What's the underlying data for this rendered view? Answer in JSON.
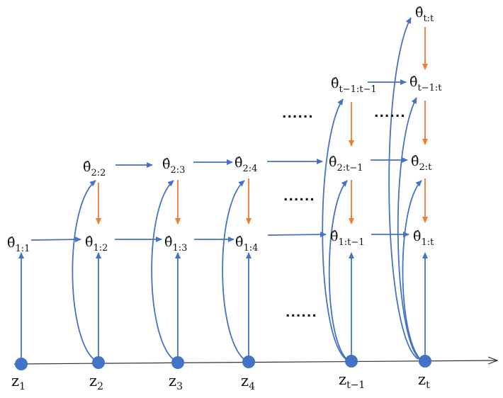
{
  "diagram": {
    "colors": {
      "blue": "#4472c4",
      "orange": "#ed7d31",
      "node": "#4472c4",
      "text": "#111111"
    },
    "theta_symbol": "θ̂",
    "nodes": [
      {
        "id": "t11",
        "sub": "1:1"
      },
      {
        "id": "t12",
        "sub": "1:2"
      },
      {
        "id": "t13",
        "sub": "1:3"
      },
      {
        "id": "t14",
        "sub": "1:4"
      },
      {
        "id": "t1tm1",
        "sub": "1:t−1"
      },
      {
        "id": "t1t",
        "sub": "1:t"
      },
      {
        "id": "t22",
        "sub": "2:2"
      },
      {
        "id": "t23",
        "sub": "2:3"
      },
      {
        "id": "t24",
        "sub": "2:4"
      },
      {
        "id": "t2tm1",
        "sub": "2:t−1"
      },
      {
        "id": "t2t",
        "sub": "2:t"
      },
      {
        "id": "ttm1tm1",
        "sub": "t−1:t−1"
      },
      {
        "id": "ttm1t",
        "sub": "t−1:t"
      },
      {
        "id": "ttt",
        "sub": "t:t"
      }
    ],
    "observations": [
      {
        "id": "z1",
        "base": "z",
        "sub": "1"
      },
      {
        "id": "z2",
        "base": "z",
        "sub": "2"
      },
      {
        "id": "z3",
        "base": "z",
        "sub": "3"
      },
      {
        "id": "z4",
        "base": "z",
        "sub": "4"
      },
      {
        "id": "ztm1",
        "base": "z",
        "sub": "t−1"
      },
      {
        "id": "zt",
        "base": "z",
        "sub": "t"
      }
    ],
    "ellipsis": "......"
  }
}
